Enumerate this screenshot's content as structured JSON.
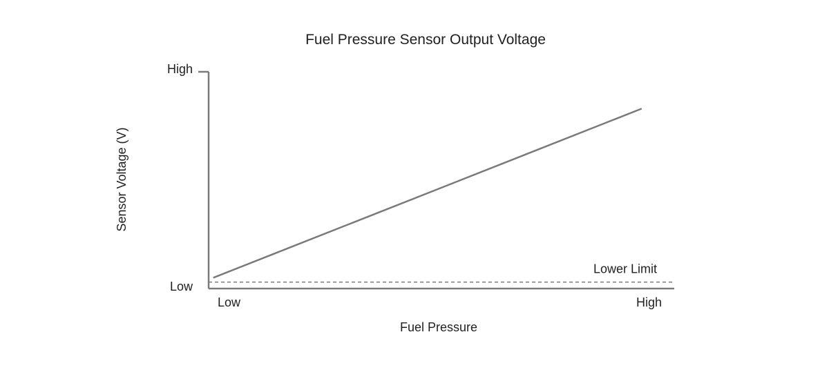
{
  "chart_data": {
    "type": "line",
    "title": "Fuel Pressure Sensor Output Voltage",
    "xlabel": "Fuel Pressure",
    "ylabel": "Sensor Voltage (V)",
    "x_ticks": [
      {
        "value": 0,
        "label": "Low"
      },
      {
        "value": 1,
        "label": "High"
      }
    ],
    "y_ticks": [
      {
        "value": 0,
        "label": "Low"
      },
      {
        "value": 1,
        "label": "High"
      }
    ],
    "xlim": [
      0,
      1
    ],
    "ylim": [
      0,
      1
    ],
    "series": [
      {
        "x": [
          0.01,
          0.93
        ],
        "y": [
          0.05,
          0.83
        ]
      }
    ],
    "reference_lines": [
      {
        "y": 0.03,
        "style": "dashed",
        "label": "Lower Limit"
      }
    ],
    "grid": false,
    "colors": {
      "line": "#7a7a7a",
      "axis": "#7a7a7a",
      "text": "#1f1f1f"
    }
  }
}
